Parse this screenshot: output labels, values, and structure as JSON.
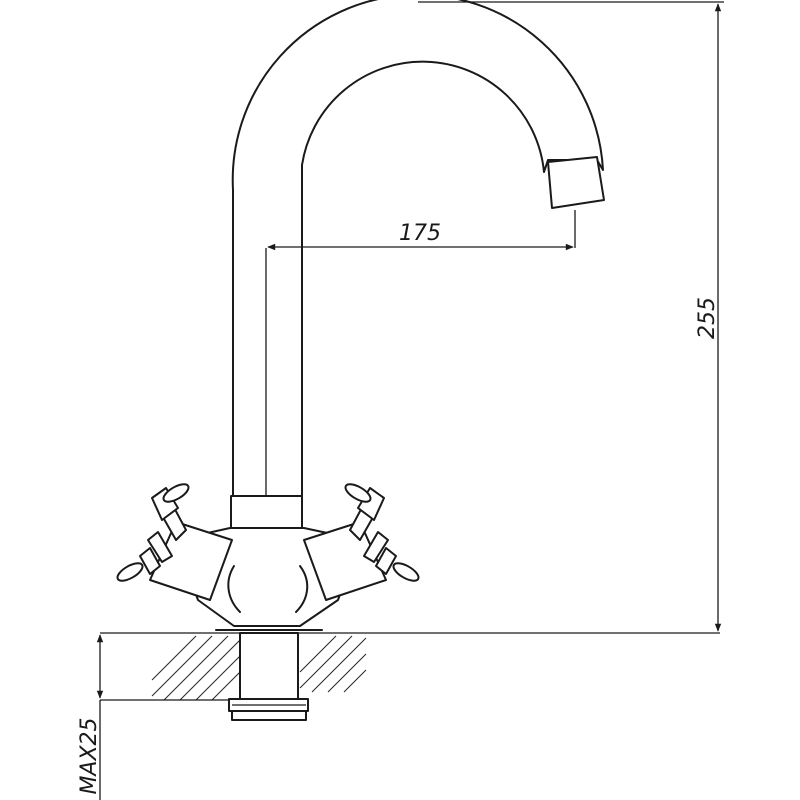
{
  "drawing": {
    "dimensions": {
      "spout_reach": "175",
      "total_height": "255",
      "max_mount_thickness": "MAX25"
    }
  },
  "colors": {
    "line": "#1a1a1a",
    "background": "#ffffff"
  }
}
